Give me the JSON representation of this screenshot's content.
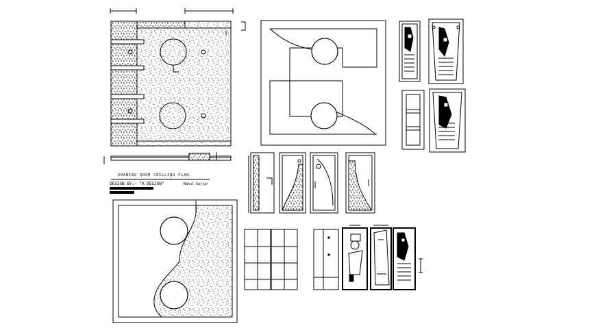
{
  "drawing": {
    "title": "DRAWING ROOM CEILLING PLAN",
    "design_by": "DESIGN BY:- \"K DESIGN\"",
    "designer": "Nahul Gajjar"
  },
  "colors": {
    "ink": "#000000",
    "paper": "#ffffff"
  }
}
